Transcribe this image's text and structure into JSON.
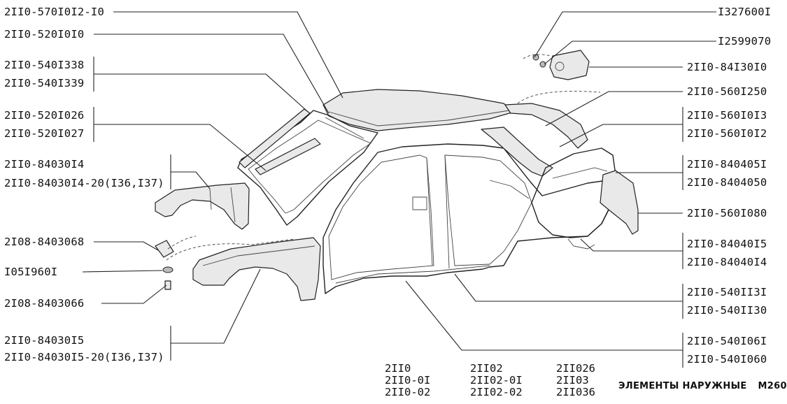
{
  "left_labels": {
    "roof": "2II0-570I0I2-I0",
    "windshield_frame": "2II0-520I0I0",
    "drip_left": "2II0-540I338",
    "drip_right": "2II0-540I339",
    "pillar_a_left": "2II0-520I026",
    "pillar_a_right": "2II0-520I027",
    "mudguard_front": "2II0-84030I4",
    "mudguard_front_alt": "2II0-84030I4-20(I36,I37)",
    "bracket": "2I08-8403068",
    "nut": "I05I960I",
    "bolt": "2I08-8403066",
    "front_wing": "2II0-84030I5",
    "front_wing_alt": "2II0-84030I5-20(I36,I37)"
  },
  "right_labels": {
    "screw": "I327600I",
    "washer": "I2599070",
    "fuel_flap": "2II0-84I30I0",
    "rear_panel_cover": "2II0-560I250",
    "rear_pillar_left": "2II0-560I0I3",
    "rear_pillar_right": "2II0-560I0I2",
    "rear_wing_left": "2II0-840405I",
    "rear_wing_right": "2II0-8404050",
    "rear_panel": "2II0-560I080",
    "wheel_arch_left": "2II0-84040I5",
    "wheel_arch_right": "2II0-84040I4",
    "sill_left": "2II0-540II3I",
    "sill_right": "2II0-540II30",
    "side_left": "2II0-540I06I",
    "side_right": "2II0-540I060"
  },
  "models": {
    "col1": [
      "2II0",
      "2II0-0I",
      "2II0-02"
    ],
    "col2": [
      "2II02",
      "2II02-0I",
      "2II02-02"
    ],
    "col3": [
      "2II026",
      "2II03",
      "2II036"
    ]
  },
  "footer": {
    "title": "ЭЛЕМЕНТЫ НАРУЖНЫЕ",
    "code": "M260"
  }
}
